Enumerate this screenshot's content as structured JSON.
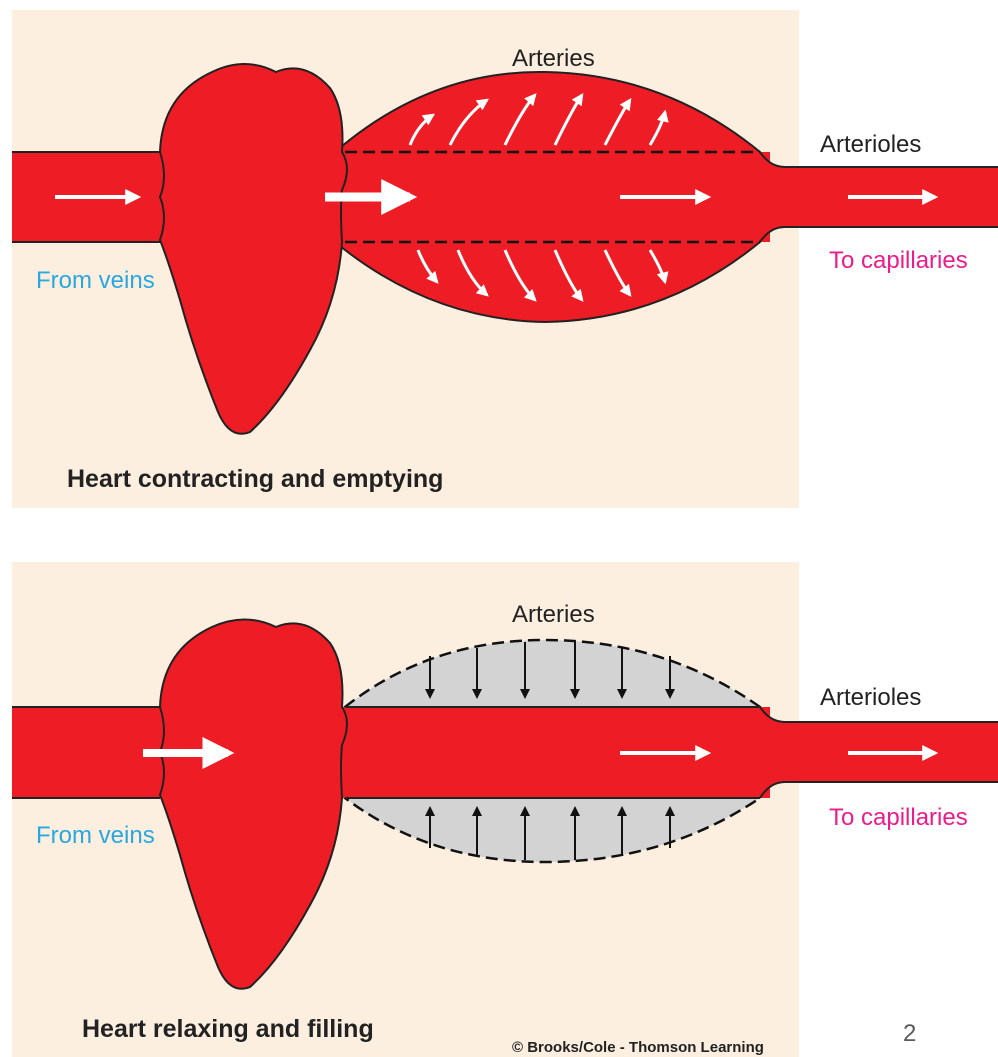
{
  "colors": {
    "panel_bg": "#fcefe0",
    "blood_red": "#ee1c25",
    "outline": "#222222",
    "relaxed_artery_fill": "#d3d3d3",
    "label_blue": "#29a8df",
    "label_magenta": "#ec1c8c"
  },
  "top_panel": {
    "arteries_label": "Arteries",
    "arterioles_label": "Arterioles",
    "from_veins_label": "From veins",
    "to_capillaries_label": "To capillaries",
    "caption": "Heart contracting and emptying"
  },
  "bottom_panel": {
    "arteries_label": "Arteries",
    "arterioles_label": "Arterioles",
    "from_veins_label": "From veins",
    "to_capillaries_label": "To capillaries",
    "caption": "Heart relaxing and filling"
  },
  "copyright": "© Brooks/Cole - Thomson Learning",
  "slide_number": "2"
}
